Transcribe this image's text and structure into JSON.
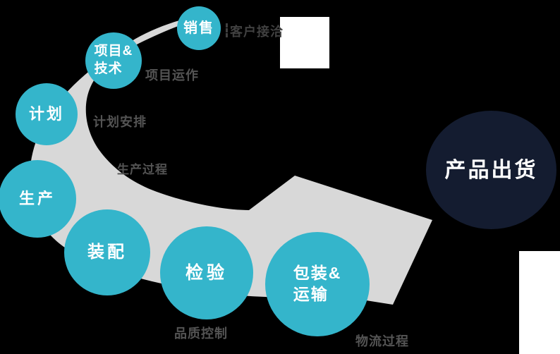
{
  "diagram": {
    "title": "production process flow",
    "steps": {
      "sales": {
        "label": "销售"
      },
      "project_tech": {
        "line1": "项目&",
        "line2": "技术"
      },
      "plan": {
        "label": "计划"
      },
      "production": {
        "label": "生产"
      },
      "assembly": {
        "label": "装配"
      },
      "inspection": {
        "label": "检验"
      },
      "packing": {
        "line1": "包装&",
        "line2": "运输"
      },
      "result": {
        "label": "产品出货"
      }
    },
    "flow_labels": {
      "customer_contact": "客户接洽",
      "project_operation": "项目运作",
      "plan_arrangement": "计划安排",
      "production_process": "生产过程",
      "quality_control": "品质控制",
      "logistics_process": "物流过程"
    },
    "colors": {
      "background": "#000000",
      "step_circle_fill": "#34b5cb",
      "result_circle_fill": "#141c30",
      "arrow_band_fill": "#d8d8d8",
      "step_text": "#ffffff",
      "flow_label_text": "#545454",
      "white_patch": "#ffffff"
    }
  }
}
